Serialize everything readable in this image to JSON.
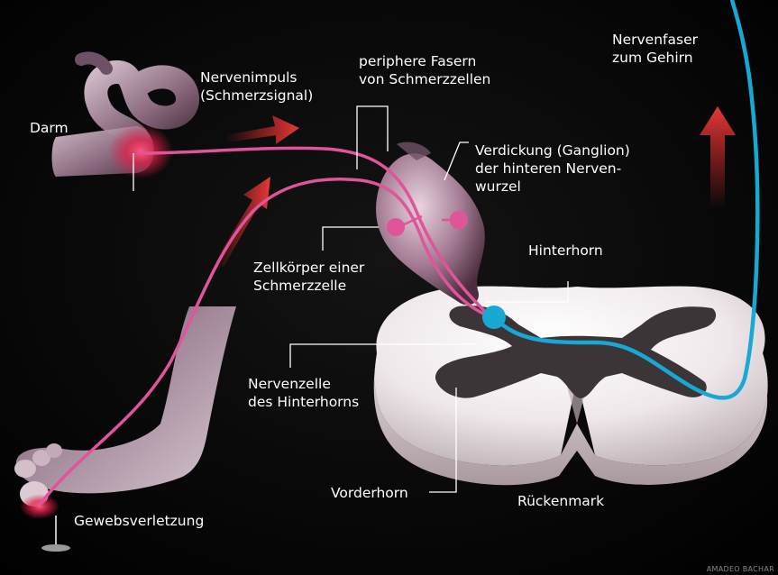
{
  "labels": {
    "darm": "Darm",
    "nervenimpuls": [
      "Nervenimpuls",
      "(Schmerzsignal)"
    ],
    "periphere_fasern": [
      "periphere Fasern",
      "von Schmerzzellen"
    ],
    "nervenfaser": [
      "Nervenfaser",
      "zum Gehirn"
    ],
    "verdickung": [
      "Verdickung (Ganglion)",
      "der hinteren Nerven-",
      "wurzel"
    ],
    "hinterhorn": "Hinterhorn",
    "zellkoerper": [
      "Zellkörper einer",
      "Schmerzzelle"
    ],
    "nervenzelle": [
      "Nervenzelle",
      "des Hinterhorns"
    ],
    "vorderhorn": "Vorderhorn",
    "rueckenmark": "Rückenmark",
    "gewebsverletzung": "Gewebsverletzung"
  },
  "credit": "AMADEO BACHAR",
  "colors": {
    "background": "#000000",
    "pain_fiber": "#e0549a",
    "brain_fiber": "#17a9d4",
    "signal_arrow": "#e02a2a",
    "label_text": "#ffffff",
    "leader_line": "#ffffff",
    "spinal_cord": "#f2eef0",
    "grey_matter": "#3b3537"
  }
}
